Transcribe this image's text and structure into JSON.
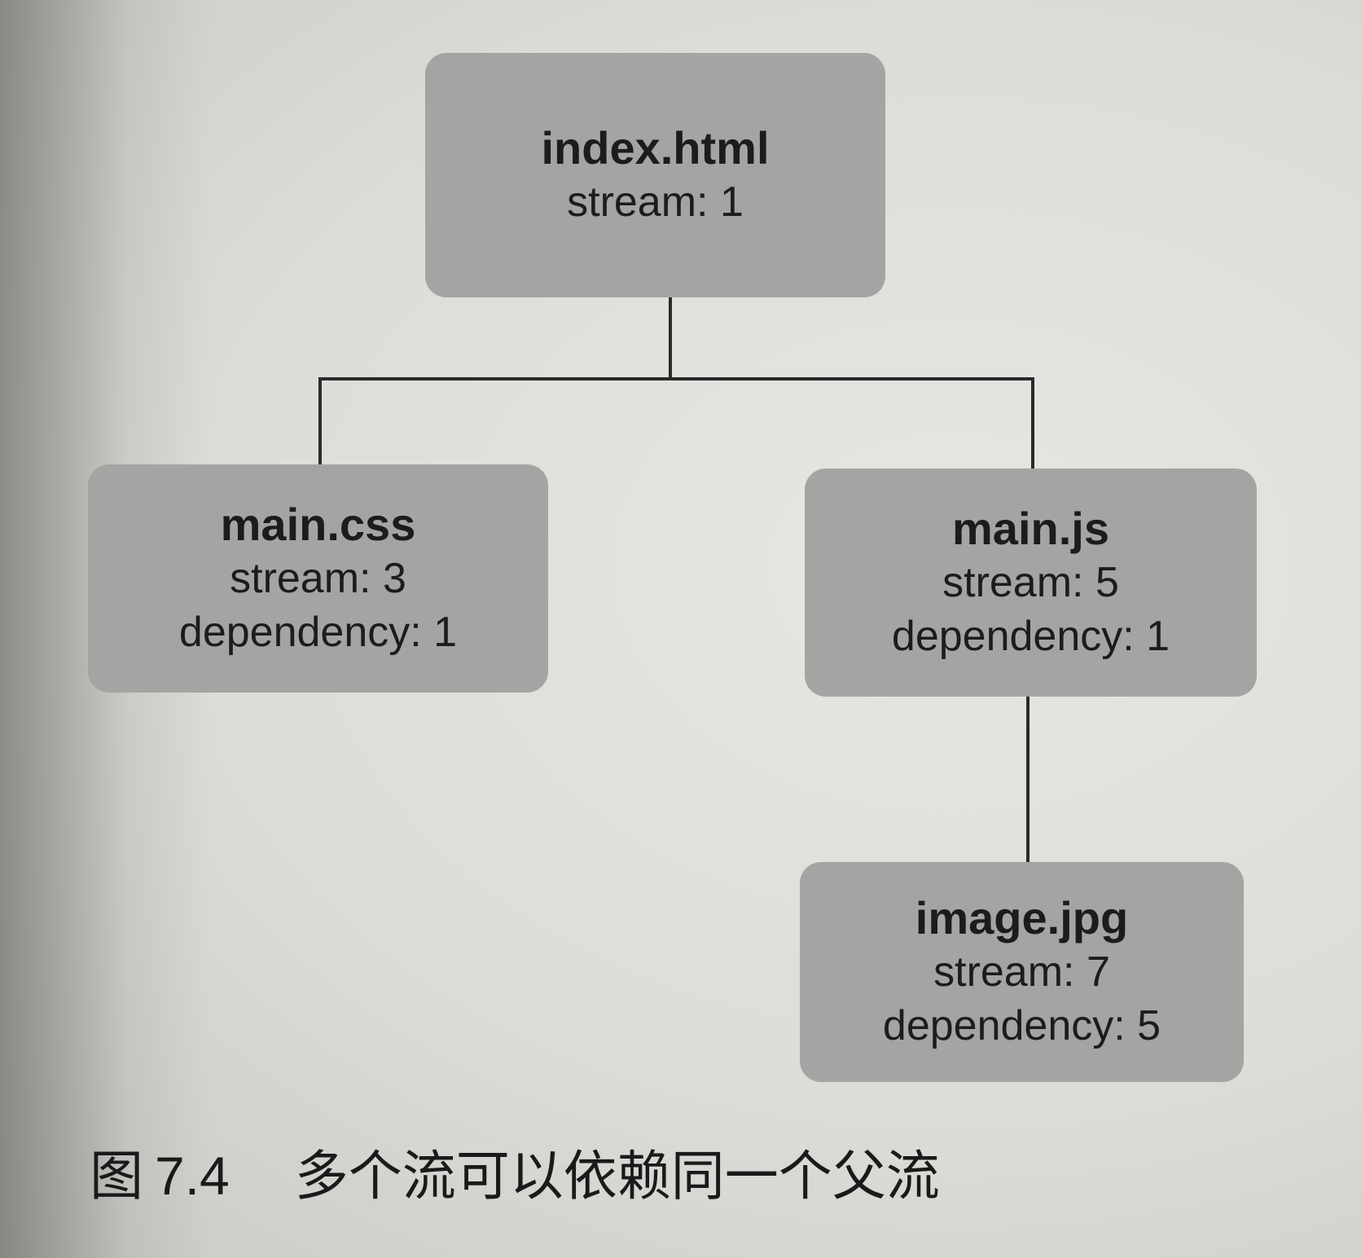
{
  "diagram": {
    "nodes": [
      {
        "id": "index",
        "name": "index.html",
        "stream": "stream: 1"
      },
      {
        "id": "css",
        "name": "main.css",
        "stream": "stream: 3",
        "dependency": "dependency: 1"
      },
      {
        "id": "js",
        "name": "main.js",
        "stream": "stream: 5",
        "dependency": "dependency: 1"
      },
      {
        "id": "img",
        "name": "image.jpg",
        "stream": "stream: 7",
        "dependency": "dependency: 5"
      }
    ],
    "edges": [
      {
        "from": "index",
        "to": "css"
      },
      {
        "from": "index",
        "to": "js"
      },
      {
        "from": "js",
        "to": "img"
      }
    ]
  },
  "caption": {
    "label": "图",
    "number": "7.4",
    "text": "多个流可以依赖同一个父流"
  }
}
